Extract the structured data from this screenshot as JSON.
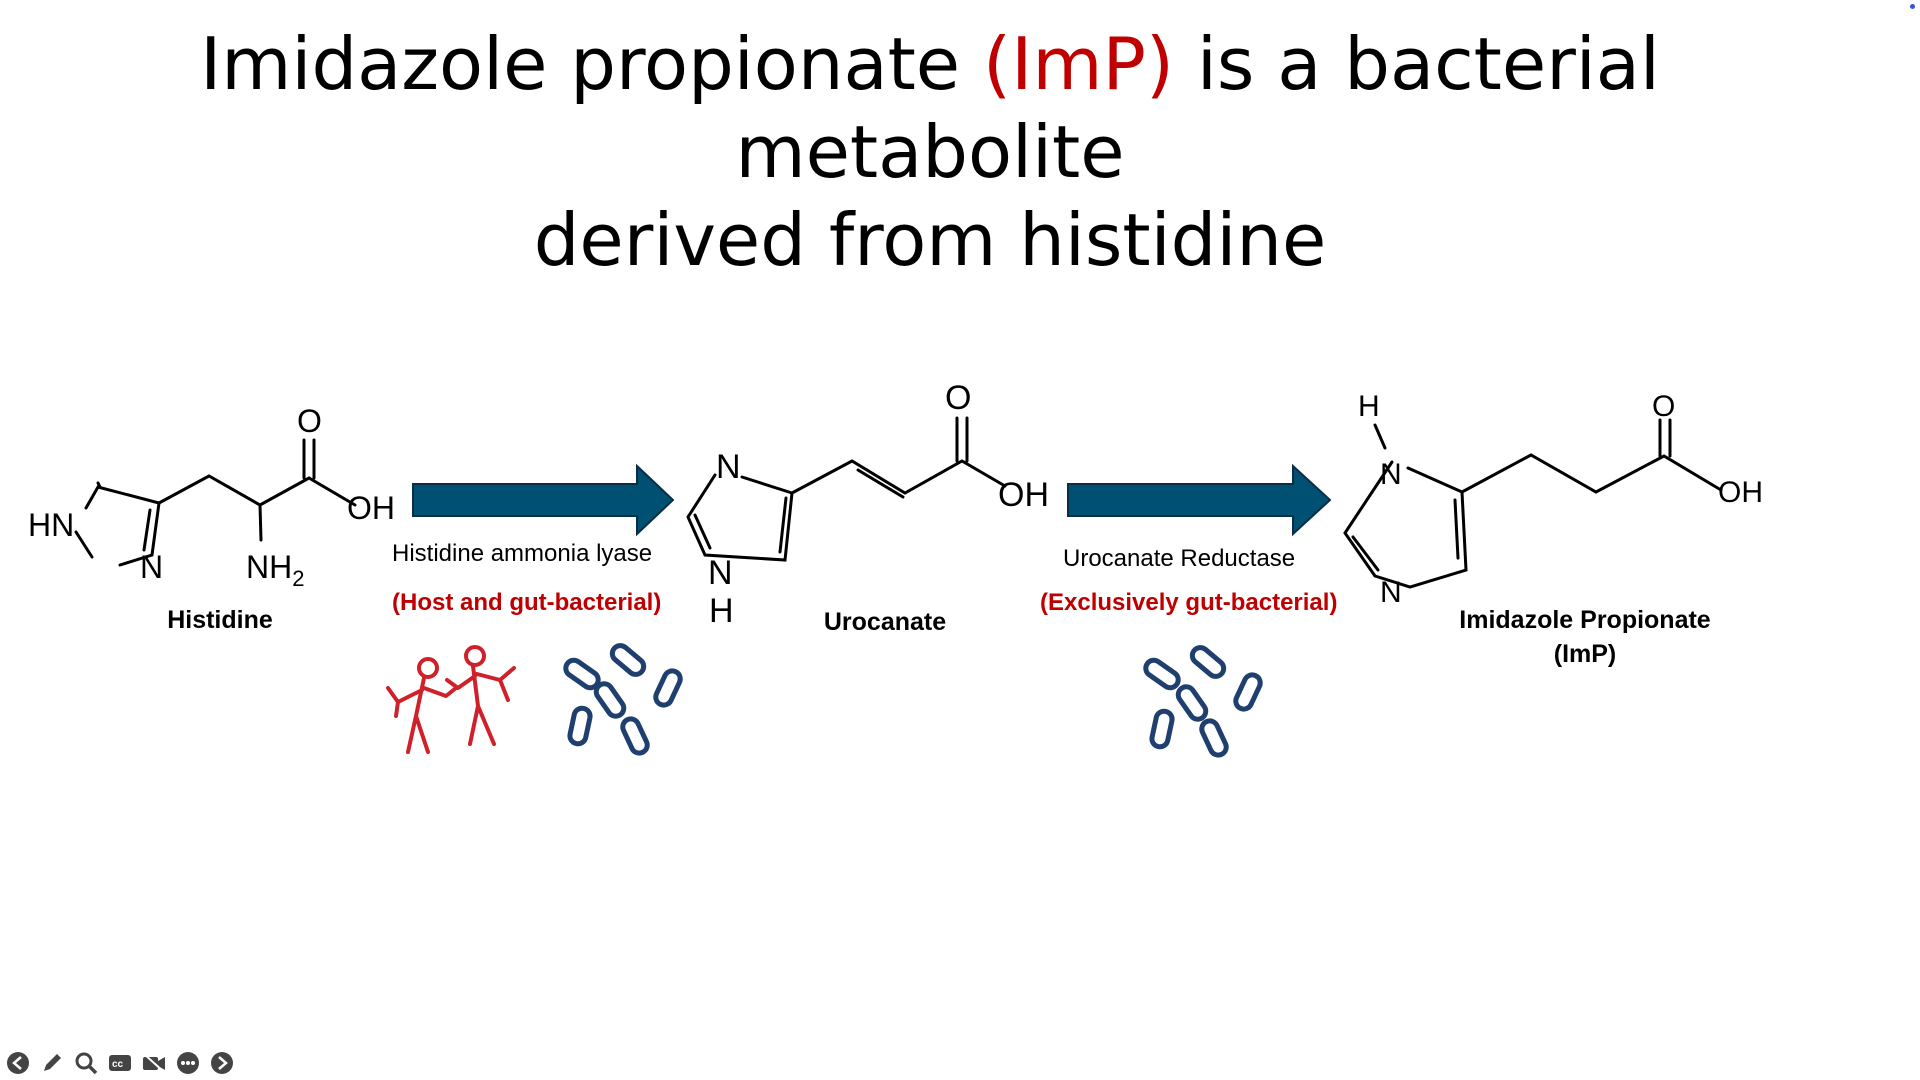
{
  "title": {
    "part1": "Imidazole propionate ",
    "highlight": "(ImP)",
    "part2": " is a bacterial metabolite",
    "line2": "derived from histidine"
  },
  "colors": {
    "highlight": "#c00000",
    "arrow": "#005074",
    "bacteria": "#1f3f6e",
    "humans": "#d0202a"
  },
  "molecules": {
    "histidine": {
      "name": "Histidine",
      "atoms": {
        "ring_nh": "HN",
        "ring_n": "N",
        "carbonyl_o": "O",
        "hydroxyl": "OH",
        "amine": "NH",
        "amine_sub": "2"
      }
    },
    "urocanate": {
      "name": "Urocanate",
      "atoms": {
        "ring_n_top": "N",
        "ring_n_bottom": "N",
        "ring_h": "H",
        "carbonyl_o": "O",
        "hydroxyl": "OH"
      }
    },
    "imp": {
      "name_line1": "Imidazole Propionate",
      "name_line2": "(ImP)",
      "atoms": {
        "ring_h": "H",
        "ring_n_top": "N",
        "ring_n_bottom": "N",
        "carbonyl_o": "O",
        "hydroxyl": "OH"
      }
    }
  },
  "steps": [
    {
      "enzyme": "Histidine ammonia lyase",
      "source": "(Host and gut-bacterial)",
      "icons": [
        "people-icon",
        "bacteria-icon"
      ]
    },
    {
      "enzyme": "Urocanate Reductase",
      "source": "(Exclusively gut-bacterial)",
      "icons": [
        "bacteria-icon"
      ]
    }
  ],
  "toolbar": [
    "back-icon",
    "pen-icon",
    "zoom-icon",
    "captions-icon",
    "camera-icon",
    "more-icon",
    "forward-icon"
  ]
}
